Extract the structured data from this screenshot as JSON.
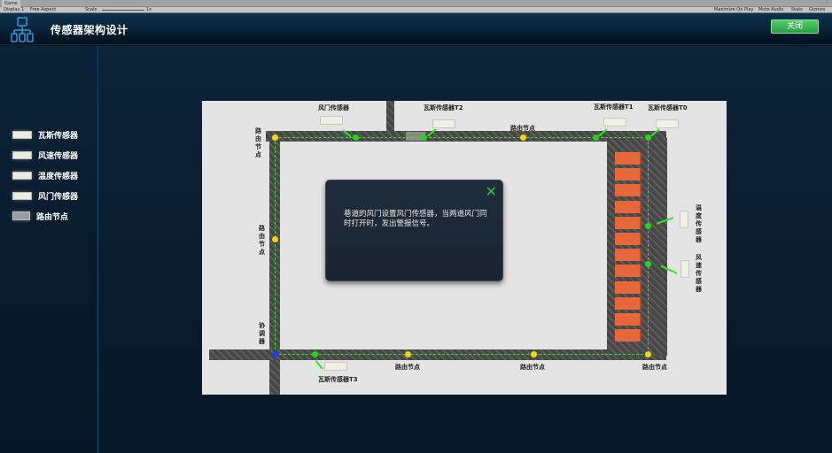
{
  "unity": {
    "tab": "Game",
    "display": "Display 1",
    "aspect": "Free Aspect",
    "scale_label": "Scale",
    "scale_value": "1x",
    "maximize": "Maximize On Play",
    "mute": "Mute Audio",
    "stats": "Stats",
    "gizmos": "Gizmos"
  },
  "header": {
    "title": "传感器架构设计",
    "close_label": "关闭"
  },
  "legend": [
    {
      "label": "瓦斯传感器"
    },
    {
      "label": "风速传感器"
    },
    {
      "label": "温度传感器"
    },
    {
      "label": "风门传感器"
    },
    {
      "label": "路由节点"
    }
  ],
  "map": {
    "labels": {
      "damper": "风门传感器",
      "gas_t2": "瓦斯传感器T2",
      "gas_t1": "瓦斯传感器T1",
      "gas_t0": "瓦斯传感器T0",
      "gas_t3": "瓦斯传感器T3",
      "route_top": "路由节点",
      "route_b1": "路由节点",
      "route_b2": "路由节点",
      "route_br": "路由节点",
      "route_left1": "路由节点",
      "route_left2": "路由节点",
      "coordinator": "协调器",
      "temp": "温度传感器",
      "wind": "风速传感器"
    }
  },
  "modal": {
    "text": "巷道的风门设置风门传感器，当两道风门同时打开时，发出警报信号。",
    "close_icon": "close-icon"
  },
  "colors": {
    "accent": "#2eea1a",
    "route_node": "#f5d800",
    "sensor_node": "#24d41a",
    "coordinator": "#1144ee",
    "close_button": "#3cb957"
  }
}
